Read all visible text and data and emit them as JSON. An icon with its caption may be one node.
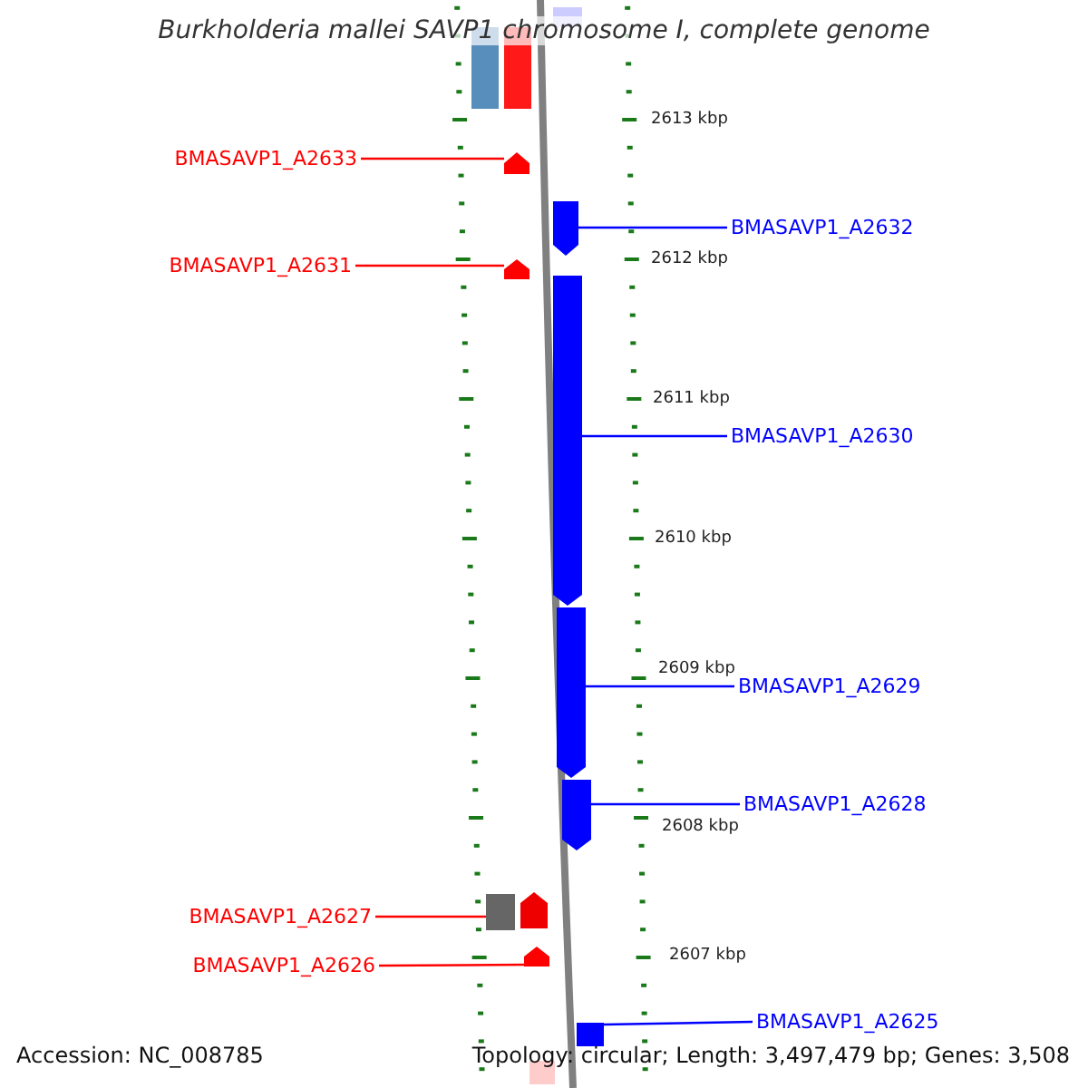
{
  "diagram": {
    "title": "Burkholderia mallei SAVP1 chromosome I, complete genome",
    "nodes": [
      {
        "text": [
          "BMASAVP1_A2633"
        ]
      },
      {
        "text": [],
        "shape": "arrow"
      },
      {
        "text": [
          "BMASAVP1_A2632"
        ]
      },
      {
        "text": [],
        "shape": "arrow"
      },
      {
        "text": [
          "BMASAVP1_A2631"
        ]
      },
      {
        "text": [],
        "shape": "arrow"
      },
      {
        "text": [
          "BMASAVP1_A2630"
        ]
      },
      {
        "text": [],
        "shape": "arrow"
      },
      {
        "text": [
          "BMASAVP1_A2629"
        ]
      },
      {
        "text": [],
        "shape": "arrow"
      },
      {
        "text": [
          "BMASAVP1_A2628"
        ]
      },
      {
        "text": [],
        "shape": "arrow"
      },
      {
        "text": [
          "BMASAVP1_A2627"
        ]
      },
      {
        "text": [],
        "shape": "box"
      },
      {
        "text": [
          "BMASAVP1_A2626"
        ]
      },
      {
        "text": [],
        "shape": "arrow"
      },
      {
        "text": [
          "BMASAVP1_A2625"
        ]
      },
      {
        "text": [],
        "shape": "arrow"
      }
    ],
    "edges": [
      {
        "from": 0,
        "to": 1,
        "arrow": "none",
        "color": "#ff0000"
      },
      {
        "from": 2,
        "to": 3,
        "arrow": "none"
      },
      {
        "from": 4,
        "to": 5,
        "arrow": "none",
        "color": "#ff0000"
      },
      {
        "from": 6,
        "to": 7,
        "arrow": "none"
      },
      {
        "from": 8,
        "to": 9,
        "arrow": "none"
      },
      {
        "from": 10,
        "to": 11,
        "arrow": "none"
      },
      {
        "from": 12,
        "to": 13,
        "arrow": "none",
        "color": "#ff0000"
      },
      {
        "from": 14,
        "to": 15,
        "arrow": "none",
        "color": "#ff0000"
      },
      {
        "from": 16,
        "to": 17,
        "arrow": "none"
      }
    ],
    "labels": [
      "2613 kbp",
      "2612 kbp",
      "2611 kbp",
      "2610 kbp",
      "2609 kbp",
      "2608 kbp",
      "2607 kbp",
      "Accession: NC_008785",
      "Topology: circular; Length: 3,497,479 bp; Genes: 3,508"
    ]
  }
}
